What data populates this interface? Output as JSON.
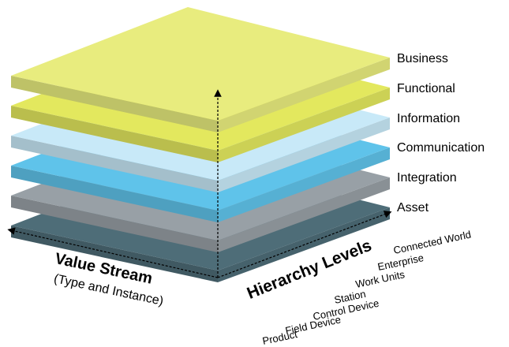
{
  "layers": [
    {
      "label": "Business",
      "color": "#e8ec7e"
    },
    {
      "label": "Functional",
      "color": "#e3e85e"
    },
    {
      "label": "Information",
      "color": "#c8e9f8"
    },
    {
      "label": "Communication",
      "color": "#5fc3ea"
    },
    {
      "label": "Integration",
      "color": "#98a0a6"
    },
    {
      "label": "Asset",
      "color": "#4e6d78"
    }
  ],
  "value_stream": {
    "title": "Value Stream",
    "subtitle": "(Type and Instance)"
  },
  "hierarchy": {
    "title": "Hierarchy Levels",
    "items": [
      "Connected World",
      "Enterprise",
      "Work Units",
      "Station",
      "Control Device",
      "Field Device",
      "Product"
    ]
  }
}
